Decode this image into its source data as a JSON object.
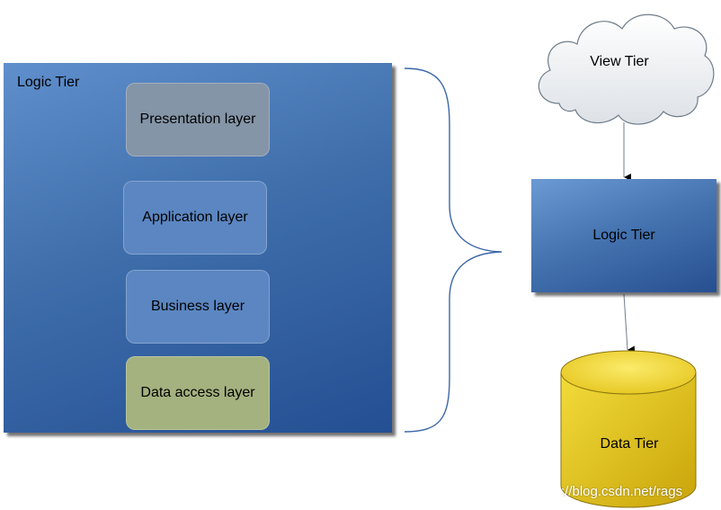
{
  "logic_tier_detail": {
    "title": "Logic Tier",
    "layers": [
      {
        "label": "Presentation layer",
        "color": "#8495a7"
      },
      {
        "label": "Application layer",
        "color": "#5b86c1"
      },
      {
        "label": "Business layer",
        "color": "#5b86c1"
      },
      {
        "label": "Data access layer",
        "color": "#a3b27f"
      }
    ]
  },
  "tiers": {
    "view": {
      "label": "View Tier",
      "shape": "cloud"
    },
    "logic": {
      "label": "Logic Tier",
      "shape": "rectangle"
    },
    "data": {
      "label": "Data Tier",
      "shape": "cylinder",
      "color": "#e9c81e"
    }
  },
  "watermark": "://blog.csdn.net/rags"
}
